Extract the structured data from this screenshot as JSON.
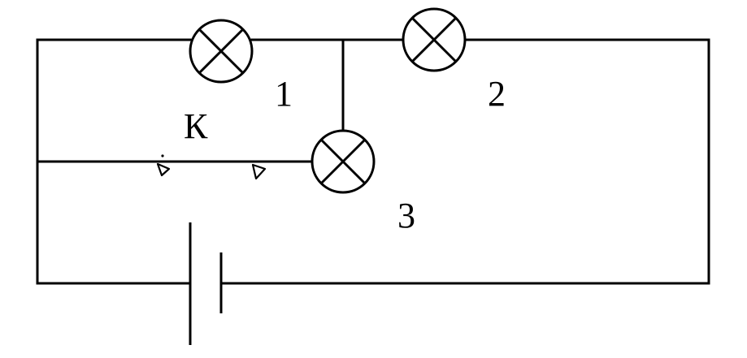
{
  "diagram": {
    "lamps": [
      {
        "label": "1"
      },
      {
        "label": "2"
      },
      {
        "label": "3"
      }
    ],
    "switch": {
      "label": "К"
    },
    "colors": {
      "line": "#000000",
      "background": "#ffffff"
    }
  }
}
